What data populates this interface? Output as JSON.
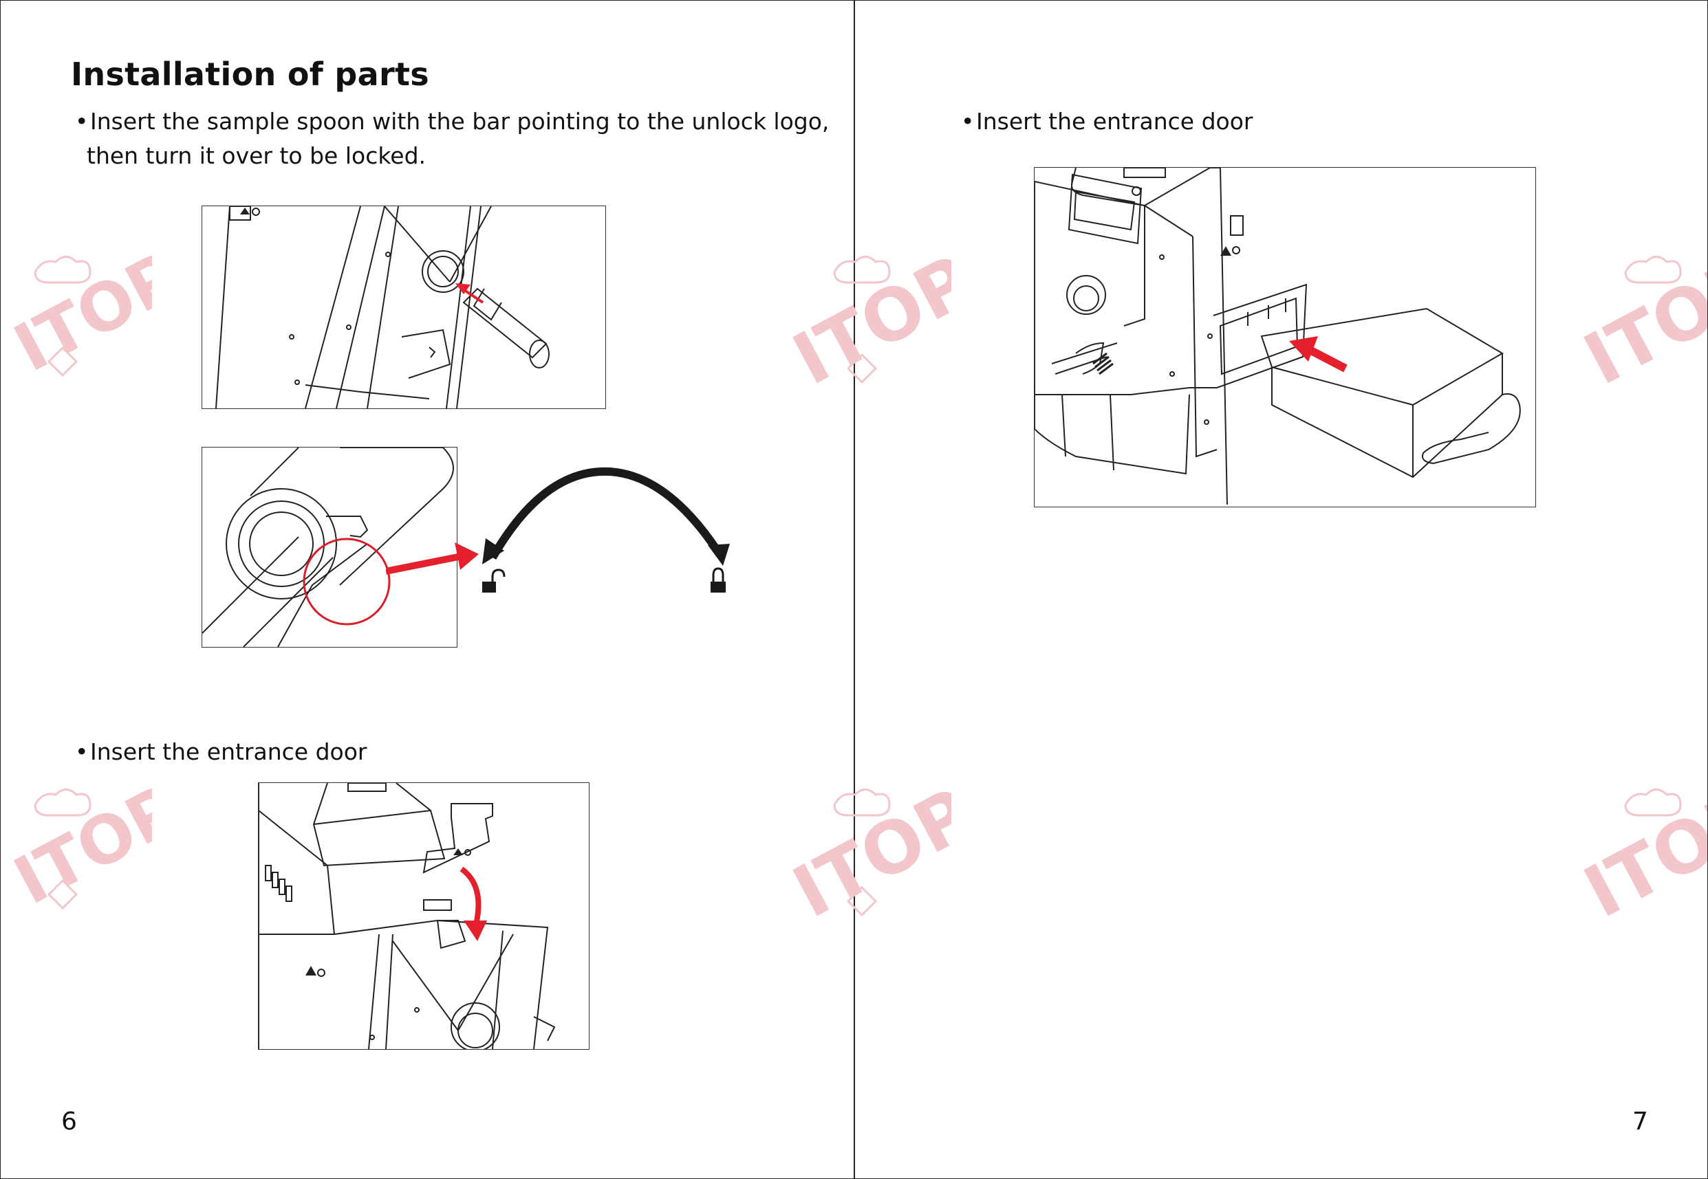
{
  "left_page": {
    "title": "Installation of parts",
    "step1": {
      "bullet": "•",
      "line1": "Insert the sample spoon with the bar pointing to the unlock logo,",
      "line2": "then turn it over to be locked."
    },
    "step2": {
      "bullet": "•",
      "text": "Insert the entrance door"
    },
    "page_number": "6"
  },
  "right_page": {
    "step1": {
      "bullet": "•",
      "text": "Insert the entrance door"
    },
    "page_number": "7"
  },
  "watermark": {
    "text": "ITOP",
    "color": "#f3c6cc"
  },
  "colors": {
    "arrow_red": "#e3202b",
    "line_art": "#222222",
    "lock_arrow": "#1a1a1a"
  },
  "icons": [
    "unlock-icon",
    "lock-icon",
    "warning-triangle-icon",
    "gear-icon"
  ]
}
